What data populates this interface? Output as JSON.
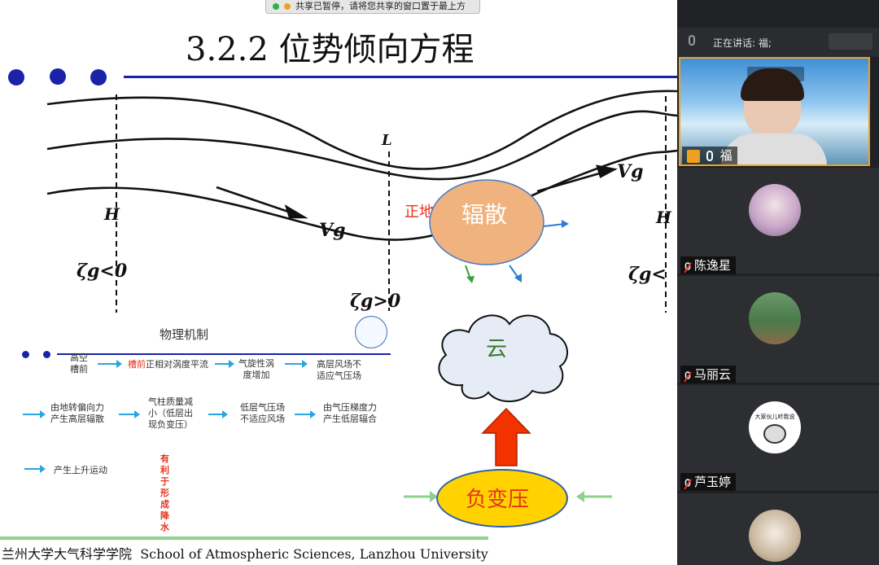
{
  "share_banner": {
    "text": "共享已暂停，请将您共享的窗口置于最上方",
    "indicator_colors": [
      "#2fb14a",
      "#f0a020"
    ]
  },
  "slide": {
    "title": "3.2.2 位势倾向方程",
    "diagram": {
      "pressure_labels": {
        "left_high": "H",
        "center_low": "L",
        "right_high": "H"
      },
      "vorticity_labels": {
        "left": "ζg<0",
        "center": "ζg>0",
        "right": "ζg<"
      },
      "wind_labels": [
        "Vg",
        "Vg"
      ],
      "partial_red_text": "正地",
      "divergence": "辐散",
      "cloud": "云",
      "negative_tendency": "负变压"
    },
    "mechanism": {
      "heading": "物理机制",
      "row1": {
        "lead": "高空\n槽前",
        "step1_highlight": "槽前",
        "step1_rest": "正相对涡度平流",
        "step2": "气旋性涡\n度增加",
        "step3": "高层风场不\n适应气压场"
      },
      "row2": {
        "step1": "由地转偏向力\n产生高层辐散",
        "step2": "气柱质量减\n小（低层出\n现负变压）",
        "step3": "低层气压场\n不适应风场",
        "step4": "由气压梯度力\n产生低层辐合"
      },
      "row3": {
        "step1": "产生上升运动",
        "result": "有\n利\n于\n形\n成\n降\n水"
      }
    },
    "footer": {
      "cn": "兰州大学大气科学学院",
      "en": "School of Atmospheric Sciences, Lanzhou University"
    }
  },
  "panel": {
    "speaking_label": "正在讲话: 福;",
    "active_speaker": {
      "name": "福"
    },
    "participants": [
      {
        "name": "陈逸星",
        "avatar": "anime-avatar",
        "muted": true
      },
      {
        "name": "马丽云",
        "avatar": "photo-avatar",
        "muted": true
      },
      {
        "name": "芦玉婷",
        "avatar": "meme-avatar",
        "muted": true,
        "avatar_text": "大家伙儿听我说"
      },
      {
        "name": "",
        "avatar": "cat-avatar",
        "muted": true
      }
    ]
  },
  "colors": {
    "slide_blue": "#1a23a8",
    "divergence_fill": "#f0b27e",
    "tendency_fill": "#ffd200",
    "arrow_red": "#f23300",
    "panel_bg": "#1f2124",
    "tile_bg": "#2c2e32",
    "highlight_border": "#f0a020"
  }
}
